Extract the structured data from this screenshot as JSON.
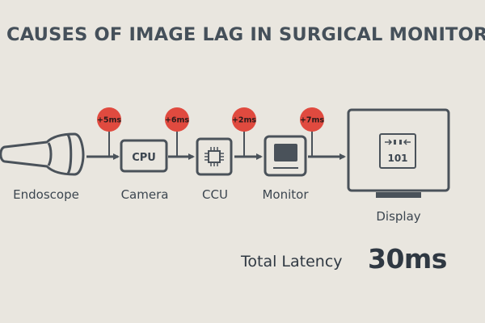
{
  "title": "CAUSES OF IMAGE LAG IN SURGICAL MONITORS",
  "stages": [
    {
      "label": "Endoscope",
      "icon": "endoscope-icon"
    },
    {
      "label": "Camera",
      "icon": "camera-cpu-icon",
      "icon_text": "CPU",
      "delay": "+5ms"
    },
    {
      "label": "CCU",
      "icon": "chip-icon",
      "delay": "+6ms"
    },
    {
      "label": "Monitor",
      "icon": "monitor-icon",
      "delay": "+2ms"
    },
    {
      "label": "Display",
      "icon": "display-icon",
      "icon_text": "101",
      "delay": "+7ms"
    }
  ],
  "total": {
    "label": "Total Latency",
    "value": "30ms"
  },
  "colors": {
    "badge": "#e04a3f",
    "stroke": "#4a525a",
    "background": "#e9e6df"
  }
}
